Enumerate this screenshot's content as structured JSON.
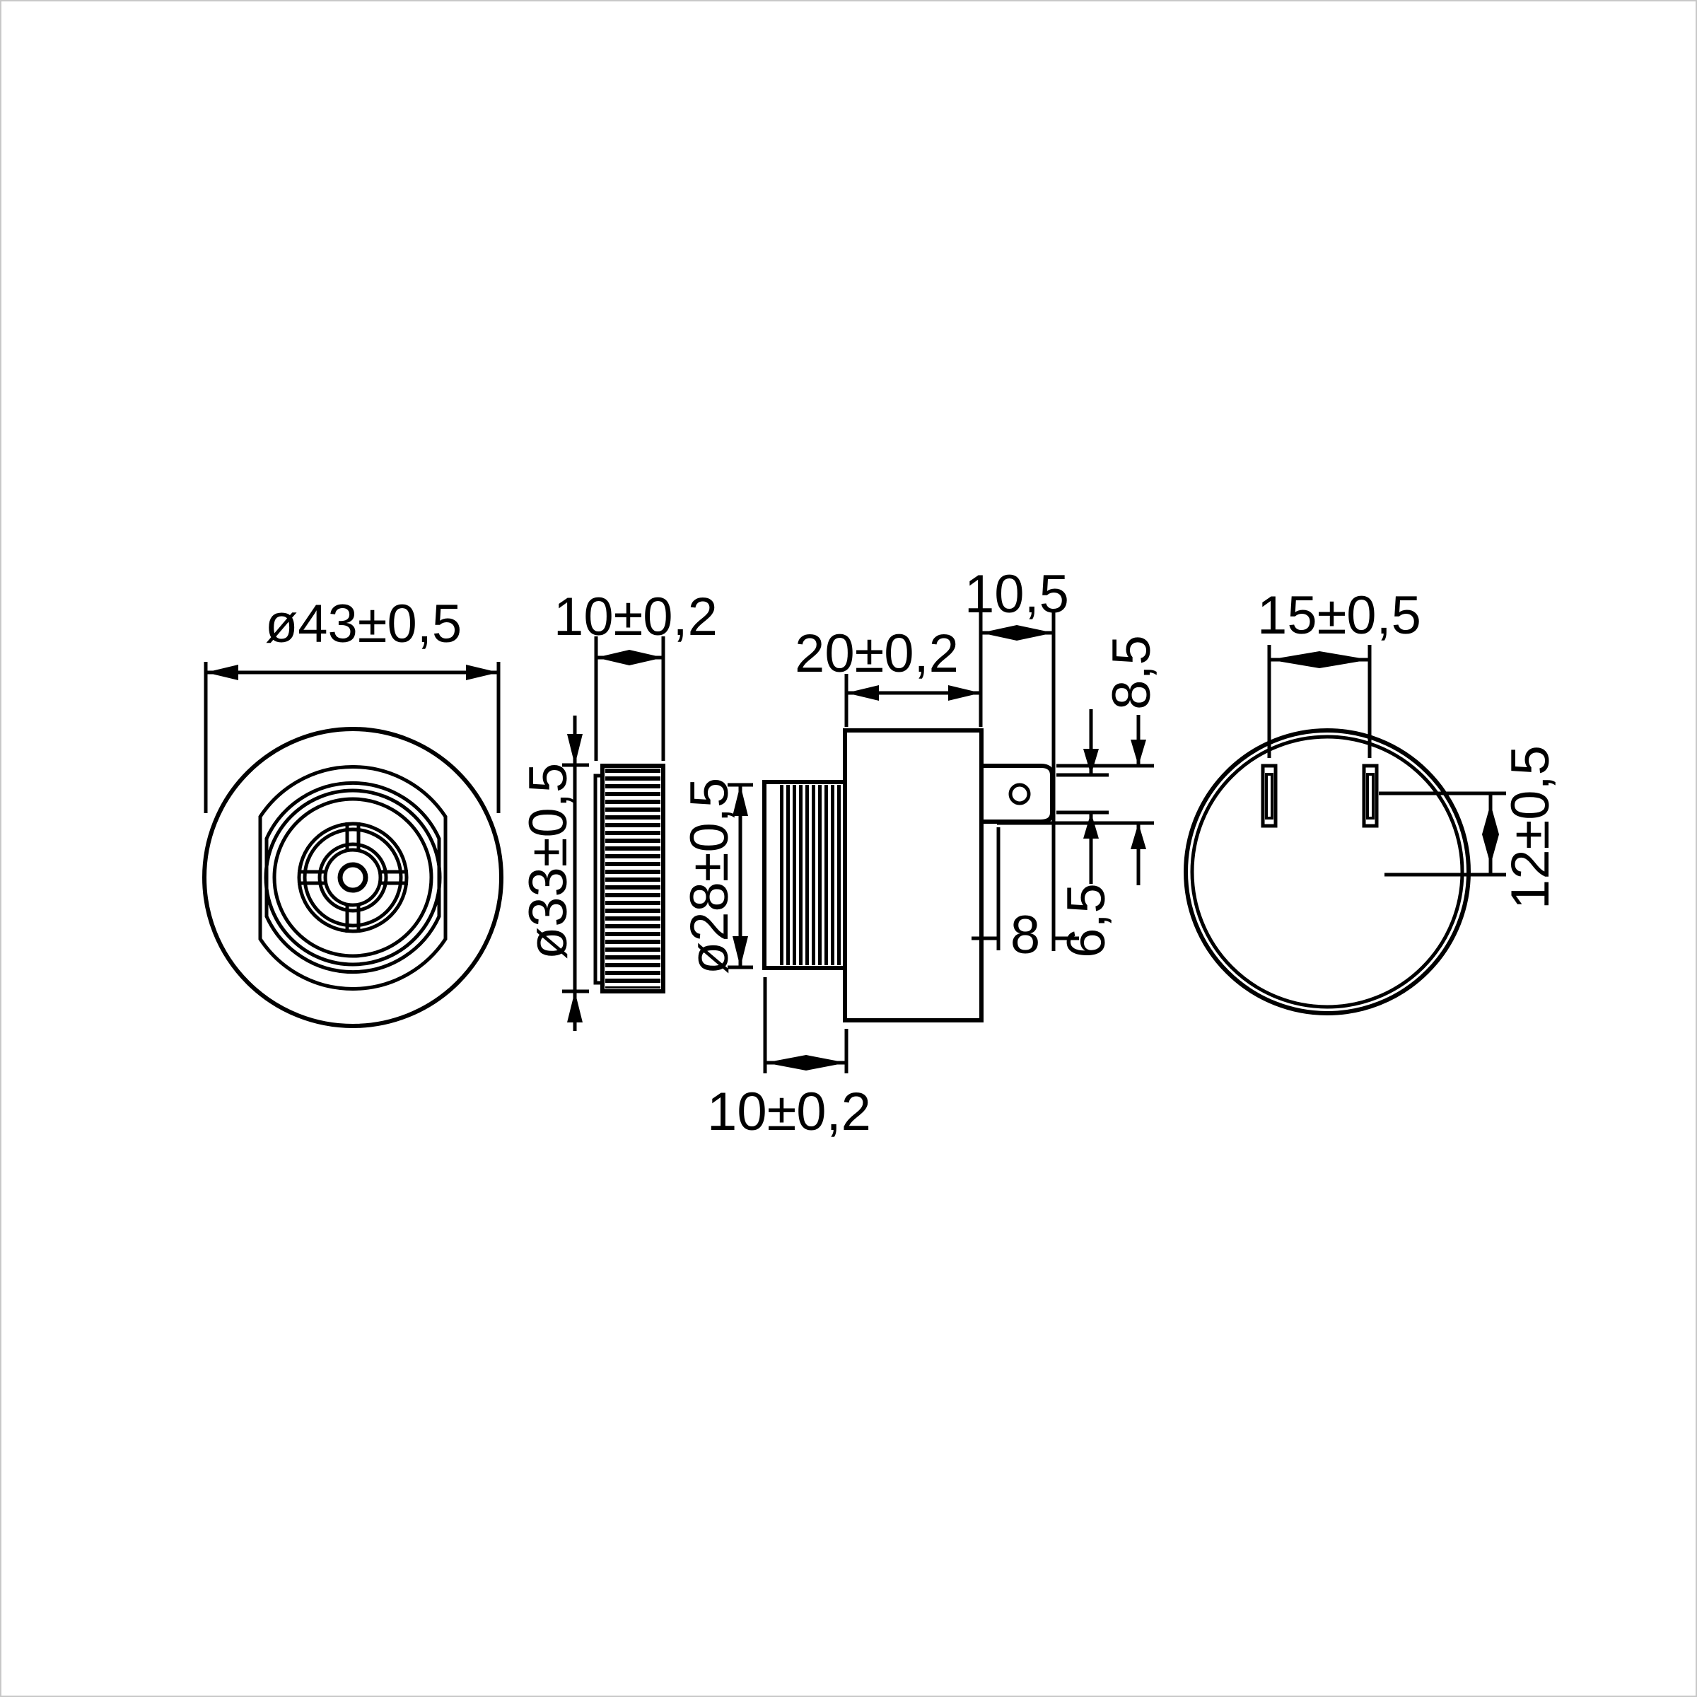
{
  "drawing": {
    "background": "#ffffff",
    "line_color": "#000000",
    "frame_color": "#c8c8c8",
    "labels": {
      "front_diameter": "ø43±0,5",
      "ring_thickness": "10±0,2",
      "ring_diameter": "ø33±0,5",
      "thread_diameter": "ø28±0,5",
      "body_length": "20±0,2",
      "pin_total_length": "10,5",
      "tab_height": "8,5",
      "tab_tip_height": "6,5",
      "pin_straight_length": "8",
      "thread_length": "10±0,2",
      "pin_spacing": "15±0,5",
      "pin_row_offset": "12±0,5"
    }
  }
}
